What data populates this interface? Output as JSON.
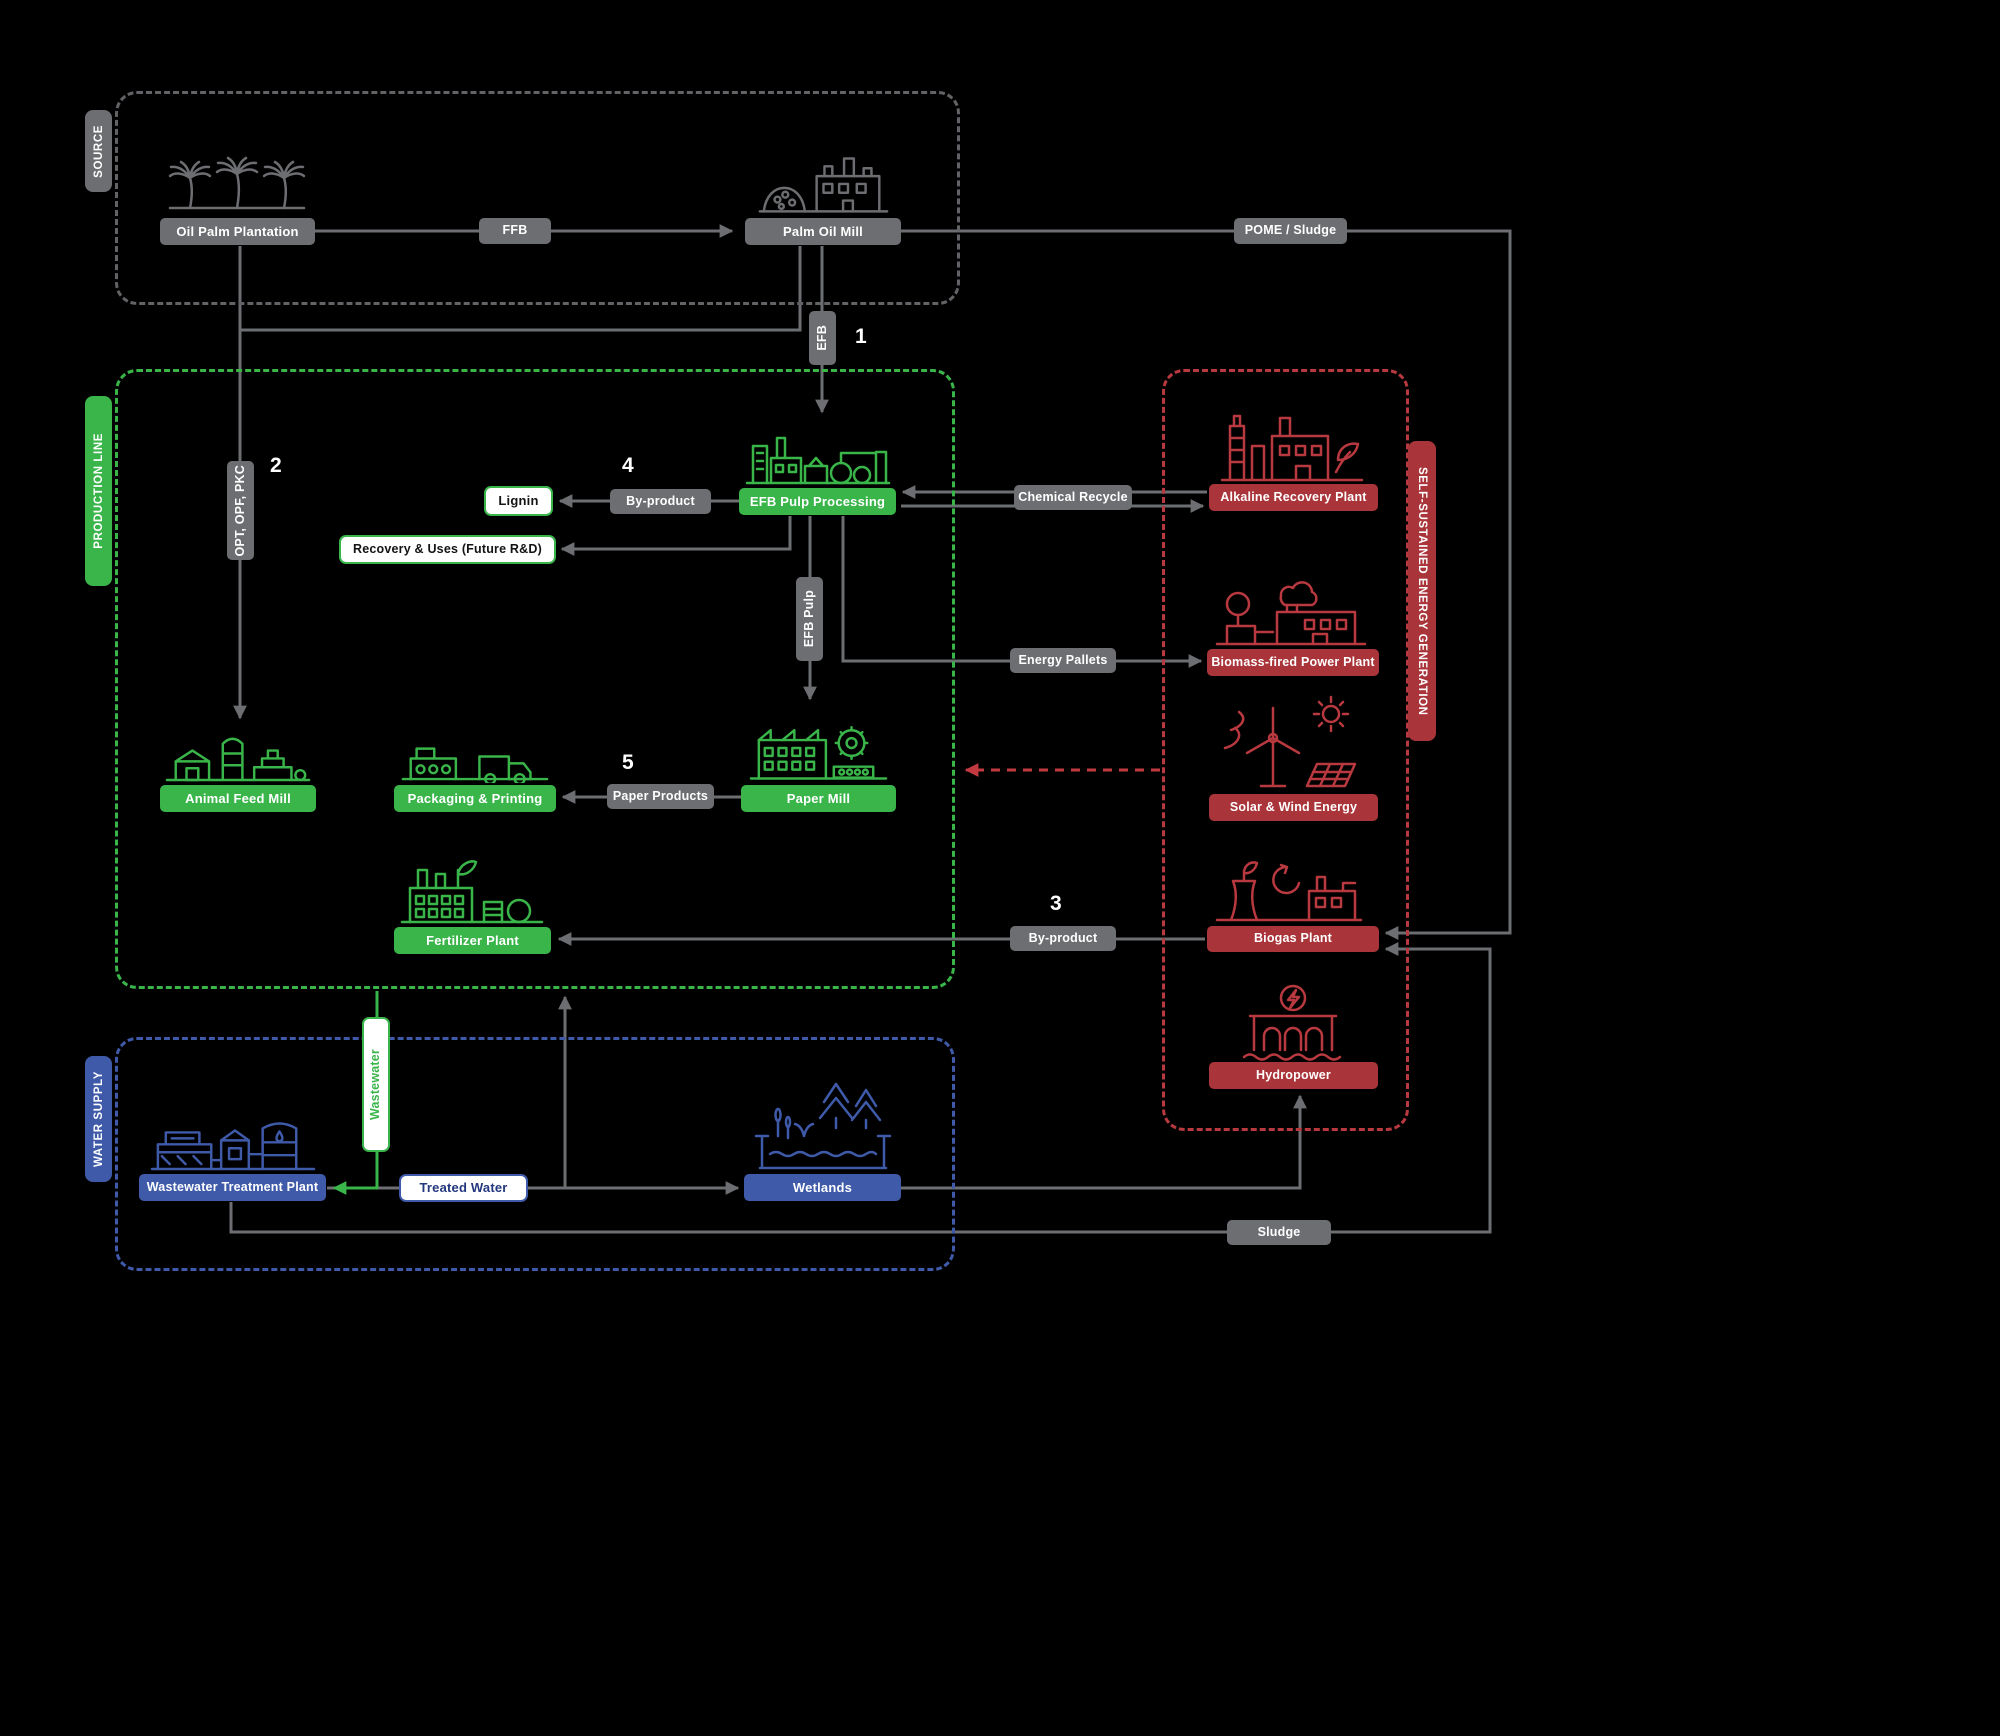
{
  "colors": {
    "background": "#000000",
    "gray": "#6d6e71",
    "green": "#39b54a",
    "red": "#a93439",
    "red_bright": "#c23a40",
    "blue": "#3f5aa9",
    "white": "#ffffff"
  },
  "groups": {
    "source": {
      "label": "SOURCE"
    },
    "production_line": {
      "label": "PRODUCTION LINE"
    },
    "energy": {
      "label": "SELF-SUSTAINED ENERGY GENERATION"
    },
    "water_supply": {
      "label": "WATER SUPPLY"
    }
  },
  "nodes": {
    "oil_palm_plantation": {
      "label": "Oil Palm Plantation"
    },
    "palm_oil_mill": {
      "label": "Palm Oil Mill"
    },
    "efb_pulp_processing": {
      "label": "EFB Pulp Processing"
    },
    "lignin": {
      "label": "Lignin"
    },
    "recovery_uses": {
      "label": "Recovery & Uses (Future R&D)"
    },
    "animal_feed_mill": {
      "label": "Animal Feed Mill"
    },
    "packaging_printing": {
      "label": "Packaging & Printing"
    },
    "paper_mill": {
      "label": "Paper Mill"
    },
    "fertilizer_plant": {
      "label": "Fertilizer Plant"
    },
    "alkaline_recovery_plant": {
      "label": "Alkaline Recovery Plant"
    },
    "biomass_power_plant": {
      "label": "Biomass-fired Power Plant"
    },
    "solar_wind_energy": {
      "label": "Solar & Wind Energy"
    },
    "biogas_plant": {
      "label": "Biogas Plant"
    },
    "hydropower": {
      "label": "Hydropower"
    },
    "wastewater_treatment_plant": {
      "label": "Wastewater Treatment Plant"
    },
    "treated_water": {
      "label": "Treated Water"
    },
    "wetlands": {
      "label": "Wetlands"
    }
  },
  "flows": {
    "ffb": {
      "label": "FFB"
    },
    "pome_sludge": {
      "label": "POME / Sludge"
    },
    "efb": {
      "label": "EFB"
    },
    "opt_opf_pkc": {
      "label": "OPT, OPF, PKC"
    },
    "by_product_left": {
      "label": "By-product"
    },
    "efb_pulp": {
      "label": "EFB Pulp"
    },
    "chemical_recycle": {
      "label": "Chemical Recycle"
    },
    "energy_pallets": {
      "label": "Energy Pallets"
    },
    "paper_products": {
      "label": "Paper Products"
    },
    "by_product_right": {
      "label": "By-product"
    },
    "wastewater": {
      "label": "Wastewater"
    },
    "sludge": {
      "label": "Sludge"
    }
  },
  "steps": {
    "s1": "1",
    "s2": "2",
    "s3": "3",
    "s4": "4",
    "s5": "5"
  }
}
